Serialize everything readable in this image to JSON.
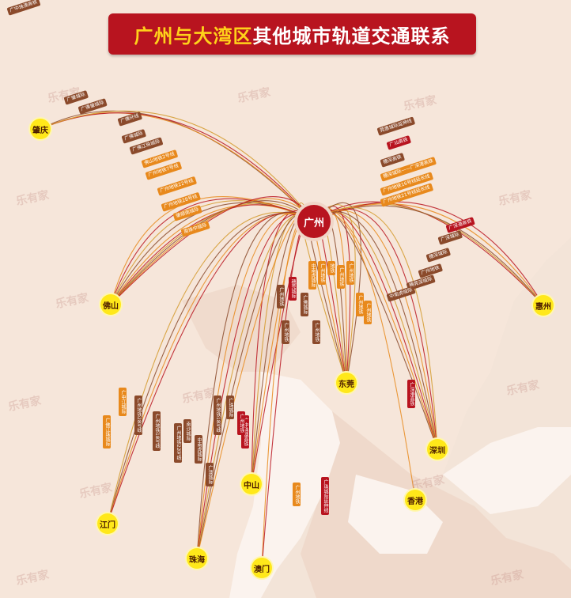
{
  "title": {
    "part1": "广州与大湾区",
    "part2": "其他城市轨道交通联系"
  },
  "hub": {
    "name": "广州"
  },
  "watermark": "乐有家",
  "colors": {
    "red": "#b8141f",
    "brown": "#8b4a2b",
    "orange": "#e8891c",
    "gold": "#d39a2c",
    "city": "#ffe81a"
  },
  "cities": [
    {
      "id": "zhaoqing",
      "name": "肇庆"
    },
    {
      "id": "foshan",
      "name": "佛山"
    },
    {
      "id": "huizhou",
      "name": "惠州"
    },
    {
      "id": "dongguan",
      "name": "东莞"
    },
    {
      "id": "shenzhen",
      "name": "深圳"
    },
    {
      "id": "hongkong",
      "name": "香港"
    },
    {
      "id": "zhongshan",
      "name": "中山"
    },
    {
      "id": "jiangmen",
      "name": "江门"
    },
    {
      "id": "zhuhai",
      "name": "珠海"
    },
    {
      "id": "macau",
      "name": "澳门"
    }
  ],
  "labels": [
    "广肇城际",
    "广佛肇城际",
    "广佛环线",
    "广佛城际",
    "广佛江珠城际",
    "佛山地铁2号线",
    "广州地铁7号线",
    "广州地铁22号线",
    "广州地铁28号线",
    "肇顺南城际",
    "南珠中城际",
    "莞惠城际延伸线",
    "广汕高铁",
    "穗深高铁",
    "穗深城际——广深港高铁",
    "广州地铁16号线延长线",
    "广州地铁21号线延长线",
    "广深港高铁",
    "广深城际",
    "穗深城际",
    "广州地铁",
    "穗莞深城际",
    "中南虎城际",
    "广州地铁",
    "穗莞城际",
    "广佛城际",
    "中南虎城际",
    "广州地铁",
    "地铁",
    "广州地铁",
    "广州地铁",
    "广州地铁",
    "广州地铁",
    "广州地铁",
    "广州地铁",
    "广深港高铁",
    "广中珠澳高铁",
    "广中江城际",
    "广佛江珠城际",
    "广州地铁28号线",
    "广州地铁18号线",
    "广州地铁22号线",
    "南沙城际",
    "中南虎城际",
    "广澳城际",
    "广州地铁18号线",
    "广珠城际",
    "广州地铁",
    "广州地铁",
    "广珠城际延伸线",
    "广中珠澳高铁"
  ]
}
